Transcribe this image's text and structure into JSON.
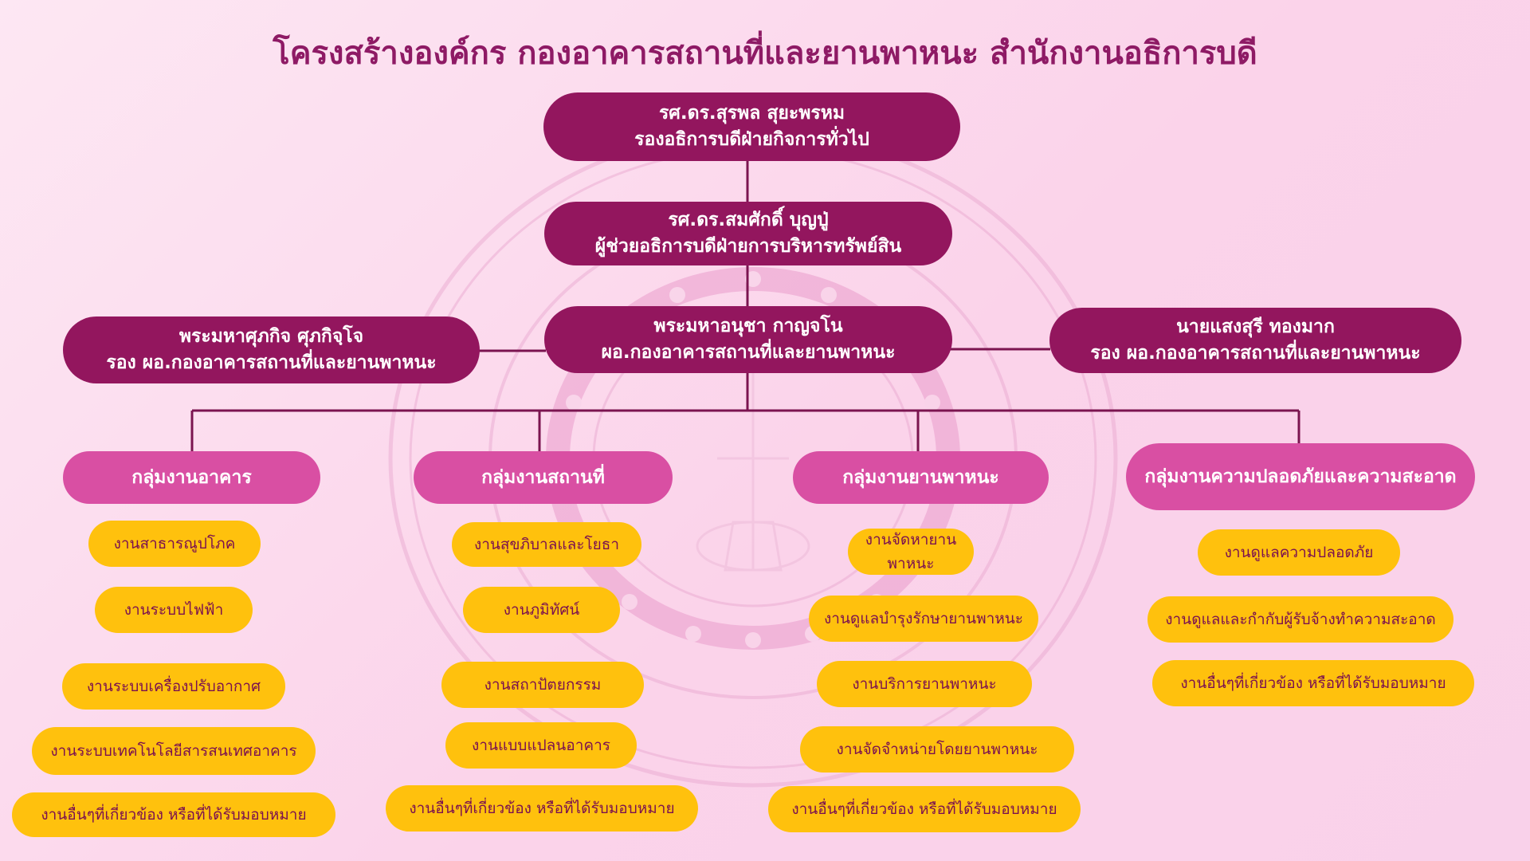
{
  "title": "โครงสร้างองค์กร กองอาคารสถานที่และยานพาหนะ สำนักงานอธิการบดี",
  "colors": {
    "executive": "#93165e",
    "group": "#d94fa3",
    "task": "#ffc10d",
    "title": "#8e1a65",
    "connector": "#7b1450"
  },
  "executives": {
    "vice_president": {
      "name": "รศ.ดร.สุรพล สุยะพรหม",
      "position": "รองอธิการบดีฝ่ายกิจการทั่วไป"
    },
    "assistant_president": {
      "name": "รศ.ดร.สมศักดิ์ บุญปู่",
      "position": "ผู้ช่วยอธิการบดีฝ่ายการบริหารทรัพย์สิน"
    },
    "director": {
      "name": "พระมหาอนุชา กาญจโน",
      "position": "ผอ.กองอาคารสถานที่และยานพาหนะ"
    },
    "deputy_left": {
      "name": "พระมหาศุภกิจ ศุภกิจฺโจ",
      "position": "รอง ผอ.กองอาคารสถานที่และยานพาหนะ"
    },
    "deputy_right": {
      "name": "นายแสงสุรี ทองมาก",
      "position": "รอง ผอ.กองอาคารสถานที่และยานพาหนะ"
    }
  },
  "groups": [
    {
      "name": "กลุ่มงานอาคาร",
      "tasks": [
        "งานสาธารณูปโภค",
        "งานระบบไฟฟ้า",
        "งานระบบเครื่องปรับอากาศ",
        "งานระบบเทคโนโลยีสารสนเทศอาคาร",
        "งานอื่นๆที่เกี่ยวข้อง หรือที่ได้รับมอบหมาย"
      ]
    },
    {
      "name": "กลุ่มงานสถานที่",
      "tasks": [
        "งานสุขภิบาลและโยธา",
        "งานภูมิทัศน์",
        "งานสถาปัตยกรรม",
        "งานแบบแปลนอาคาร",
        "งานอื่นๆที่เกี่ยวข้อง หรือที่ได้รับมอบหมาย"
      ]
    },
    {
      "name": "กลุ่มงานยานพาหนะ",
      "tasks": [
        "งานจัดหายานพาหนะ",
        "งานดูแลบำรุงรักษายานพาหนะ",
        "งานบริการยานพาหนะ",
        "งานจัดจำหน่ายโดยยานพาหนะ",
        "งานอื่นๆที่เกี่ยวข้อง หรือที่ได้รับมอบหมาย"
      ]
    },
    {
      "name": "กลุ่มงานความปลอดภัยและความสะอาด",
      "tasks": [
        "งานดูแลความปลอดภัย",
        "งานดูแลและกำกับผู้รับจ้างทำความสะอาด",
        "งานอื่นๆที่เกี่ยวข้อง หรือที่ได้รับมอบหมาย"
      ]
    }
  ]
}
